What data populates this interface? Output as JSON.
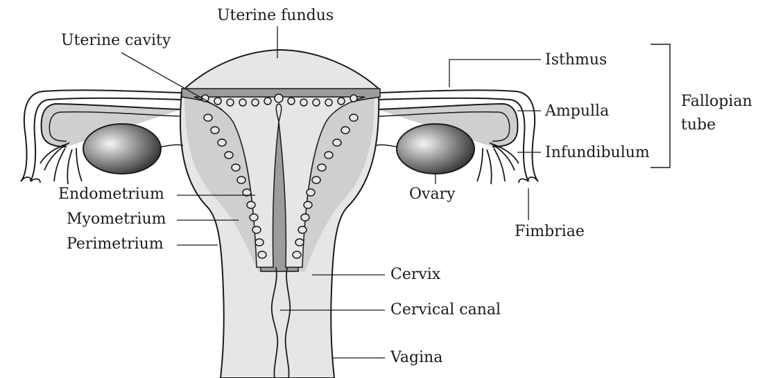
{
  "labels": {
    "uterine_fundus": "Uterine fundus",
    "uterine_cavity": "Uterine cavity",
    "isthmus": "Isthmus",
    "ampulla": "Ampulla",
    "infundibulum": "Infundibulum",
    "fallopian_tube": [
      "Fallopian",
      "tube"
    ],
    "ovary": "Ovary",
    "fimbriae": "Fimbriae",
    "endometrium": "Endometrium",
    "myometrium": "Myometrium",
    "perimetrium": "Perimetrium",
    "cervix": "Cervix",
    "cervical_canal": "Cervical canal",
    "vagina": "Vagina"
  },
  "colors": {
    "outline": "#1a1a1a",
    "body_fill": "#e6e6e6",
    "tissue_fill": "#c9c9c9",
    "endometrium_fill": "#9c9c9c",
    "ovary_dark": "#333333",
    "ovary_light": "#f2f2f2"
  }
}
